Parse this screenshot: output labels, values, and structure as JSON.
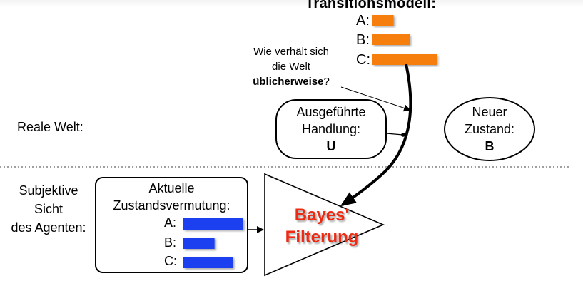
{
  "transition_model": {
    "title": "Transitionsmodell:",
    "rows": [
      {
        "label": "A:",
        "fraction": 0.33
      },
      {
        "label": "B:",
        "fraction": 0.58
      },
      {
        "label": "C:",
        "fraction": 1.0
      }
    ],
    "bar_color": "#f57e0c"
  },
  "question": {
    "line1": "Wie verhält sich",
    "line2": "die Welt",
    "emphasis": "üblicherweise",
    "end": "?"
  },
  "real_world_label": "Reale Welt:",
  "action_box": {
    "line1": "Ausgeführte",
    "line2": "Handlung:",
    "value": "U"
  },
  "new_state": {
    "line1": "Neuer",
    "line2": "Zustand:",
    "value": "B"
  },
  "agent_label": {
    "line1": "Subjektive",
    "line2": "Sicht",
    "line3": "des Agenten:"
  },
  "belief_box": {
    "title1": "Aktuelle",
    "title2": "Zustandsvermutung:",
    "rows": [
      {
        "label": "A:",
        "fraction": 1.0
      },
      {
        "label": "B:",
        "fraction": 0.52
      },
      {
        "label": "C:",
        "fraction": 0.83
      }
    ],
    "bar_color": "#1b3ff0"
  },
  "filter": {
    "line1": "Bayes'",
    "line2": "Filterung",
    "color": "#ef2a12"
  }
}
